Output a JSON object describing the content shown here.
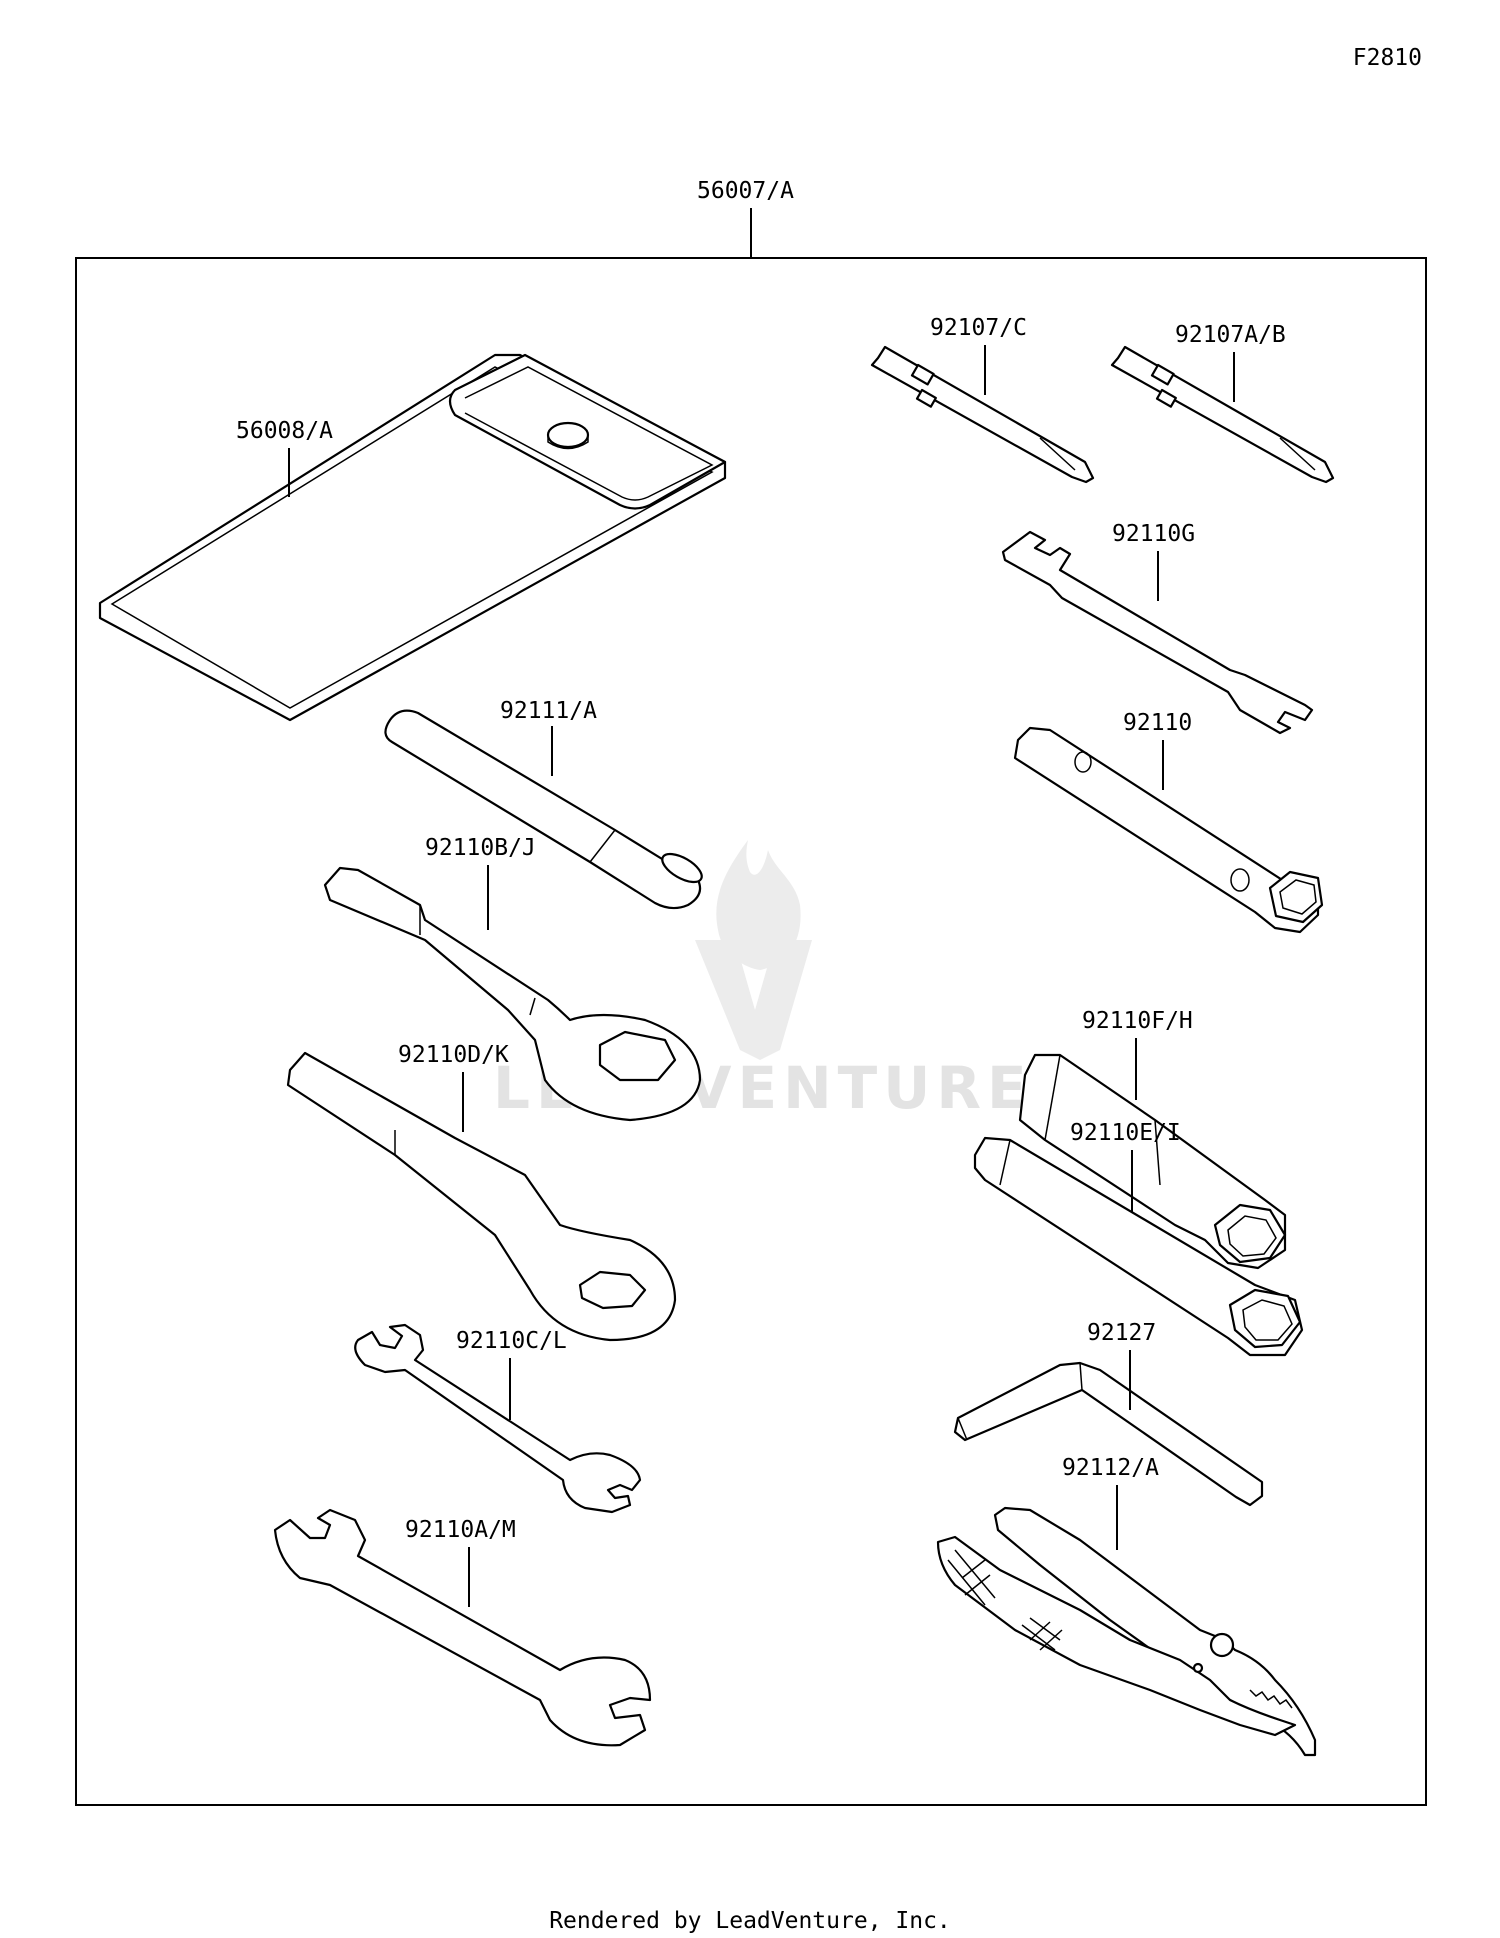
{
  "figure_code": "F2810",
  "footer": "Rendered by LeadVenture, Inc.",
  "watermark": "LEADVENTURE",
  "parts": {
    "kit": "56007/A",
    "bag": "56008/A",
    "driver_c": "92107/C",
    "driver_ab": "92107A/B",
    "wrench_g": "92110G",
    "handle": "92111/A",
    "box_bj": "92110B/J",
    "socket": "92110",
    "box_dk": "92110D/K",
    "socket_fh": "92110F/H",
    "socket_ei": "92110E/I",
    "open_cl": "92110C/L",
    "hex_key": "92127",
    "pliers": "92112/A",
    "open_am": "92110A/M"
  }
}
